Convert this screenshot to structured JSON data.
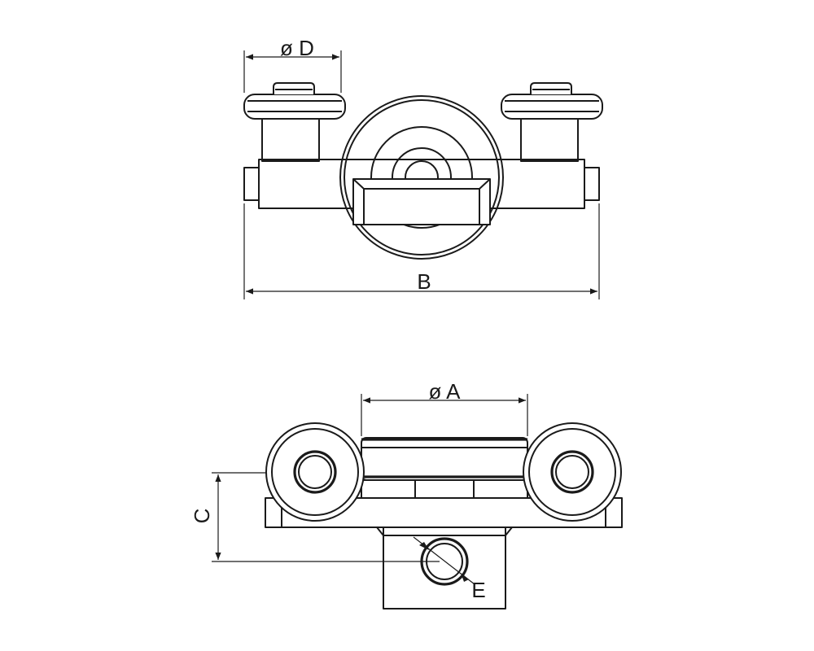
{
  "labels": {
    "dim_d": "ø D",
    "dim_b": "B",
    "dim_a": "ø A",
    "dim_c": "C",
    "dim_e": "E"
  },
  "colors": {
    "line": "#1a1a1a",
    "background": "#ffffff"
  }
}
